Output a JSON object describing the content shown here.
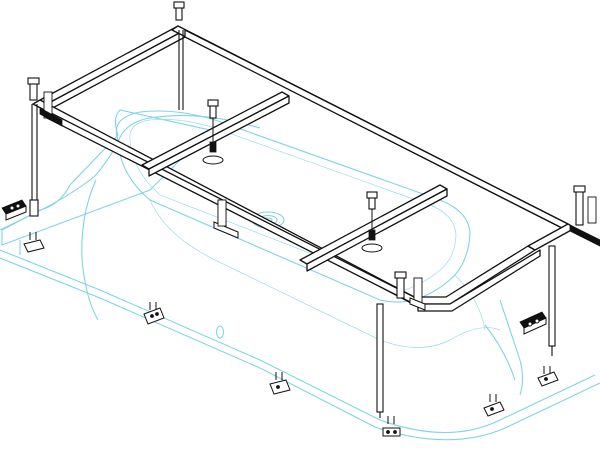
{
  "diagram": {
    "colors": {
      "frame": "#111111",
      "bathtub_outline": "#7fd4e6",
      "background": "#ffffff"
    },
    "parts": [
      "support-frame",
      "bathtub-outline",
      "frame-legs",
      "leveling-feet",
      "cross-rail-supports",
      "wall-brackets",
      "mounting-clips",
      "felt-pads"
    ]
  }
}
